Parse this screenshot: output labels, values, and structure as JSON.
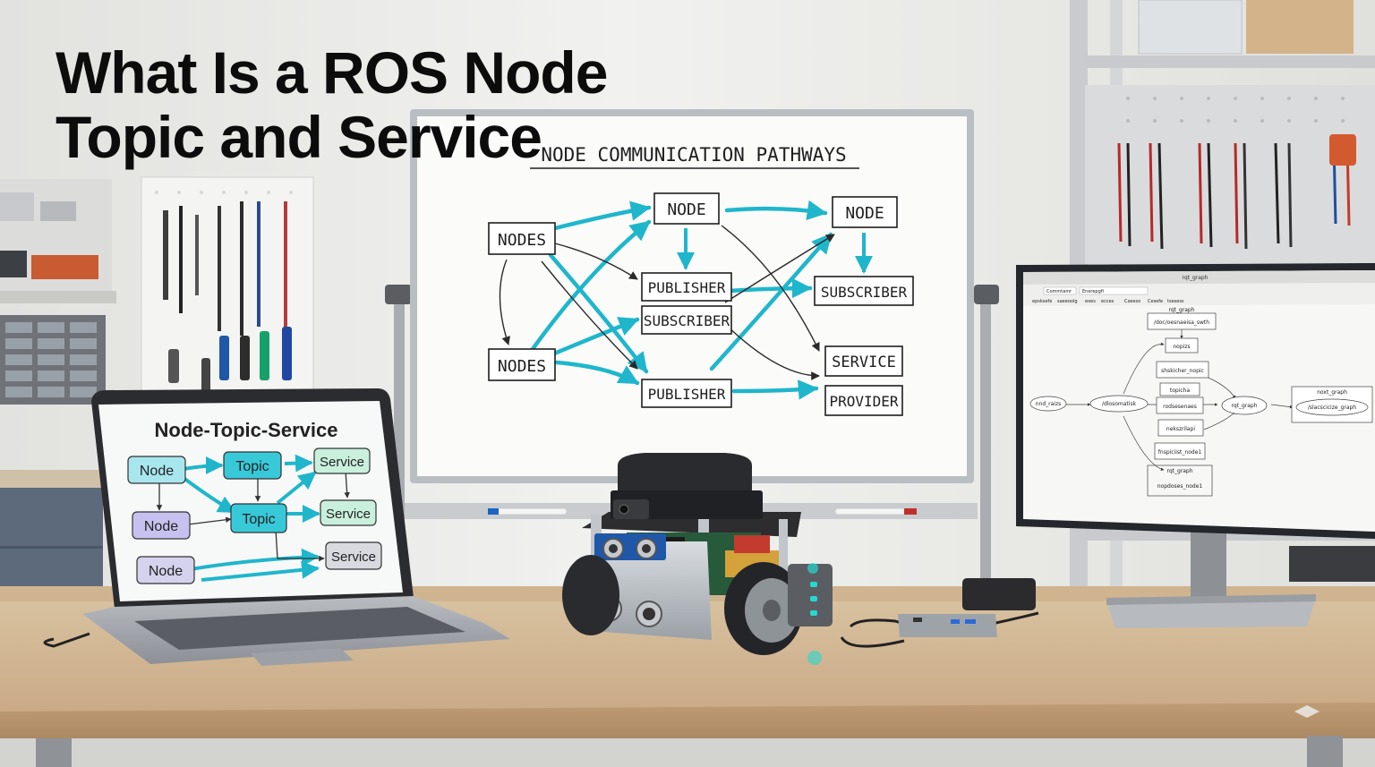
{
  "title": {
    "line1": "What Is a ROS Node",
    "line2": "Topic and Service"
  },
  "whiteboard": {
    "heading": "NODE COMMUNICATION PATHWAYS",
    "boxes": {
      "nodes_top": "NODES",
      "nodes_bottom": "NODES",
      "node_center": "NODE",
      "node_right": "NODE",
      "publisher_mid": "PUBLISHER",
      "subscriber_mid": "SUBSCRIBER",
      "publisher_bottom": "PUBLISHER",
      "subscriber_right": "SUBSCRIBER",
      "service_right": "SERVICE",
      "provider_right": "PROVIDER"
    }
  },
  "laptop": {
    "slide_title": "Node-Topic-Service",
    "boxes": {
      "node1": "Node",
      "topic1": "Topic",
      "service1": "Service",
      "node2": "Node",
      "topic2": "Topic",
      "service2": "Service",
      "node3": "Node",
      "service3": "Service"
    }
  },
  "monitor": {
    "window_title": "rqt_graph",
    "toolbar": [
      "Commtamr",
      "Enerepgfi"
    ],
    "menu": [
      "epsksefe",
      "saeeoolg",
      "eoes",
      "ecces",
      "Cxeeos",
      "Cesefe",
      "tsesess"
    ],
    "graph_title": "rqt_graph",
    "nodes": {
      "top": "/doc/oesnaeisa_swth",
      "n1": "nopizs",
      "n2": "shskicher_nopic",
      "n3": "topicha",
      "n4": "rodsesenaes",
      "n5": "nekszrilapi",
      "n6": "fnspiciist_node1",
      "n7_label": "rqt_graph",
      "n7": "nopdoses_node1",
      "left": "nnd_raizs",
      "left2": "/dlosomatisk",
      "center": "rqt_graph",
      "right_label": "noxt_graph",
      "right": "/slacscicize_graph"
    }
  },
  "colors": {
    "accent_cyan": "#1fb6cc",
    "slide_node": "#a8e6ee",
    "slide_topic": "#38c9d9",
    "slide_service": "#c9f0dc",
    "slide_purple": "#c7c1ef"
  }
}
